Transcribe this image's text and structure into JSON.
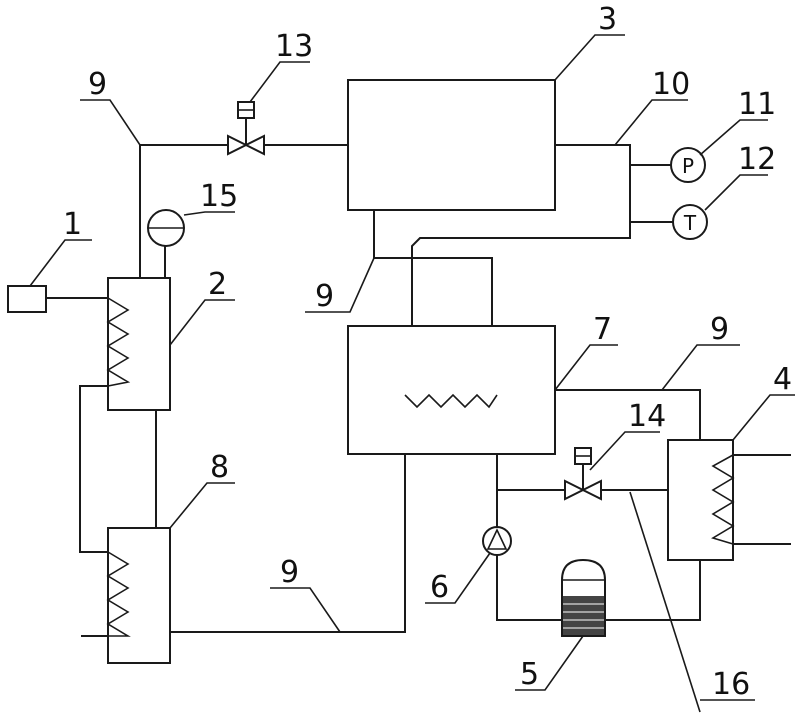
{
  "diagram": {
    "labels": {
      "n1": "1",
      "n2": "2",
      "n3": "3",
      "n4": "4",
      "n5": "5",
      "n6": "6",
      "n7": "7",
      "n8": "8",
      "n9a": "9",
      "n9b": "9",
      "n9c": "9",
      "n9d": "9",
      "n10": "10",
      "n11": "11",
      "n12": "12",
      "n13": "13",
      "n14": "14",
      "n15": "15",
      "n16": "16"
    },
    "gauges": {
      "pressure": "P",
      "temperature": "T"
    }
  }
}
